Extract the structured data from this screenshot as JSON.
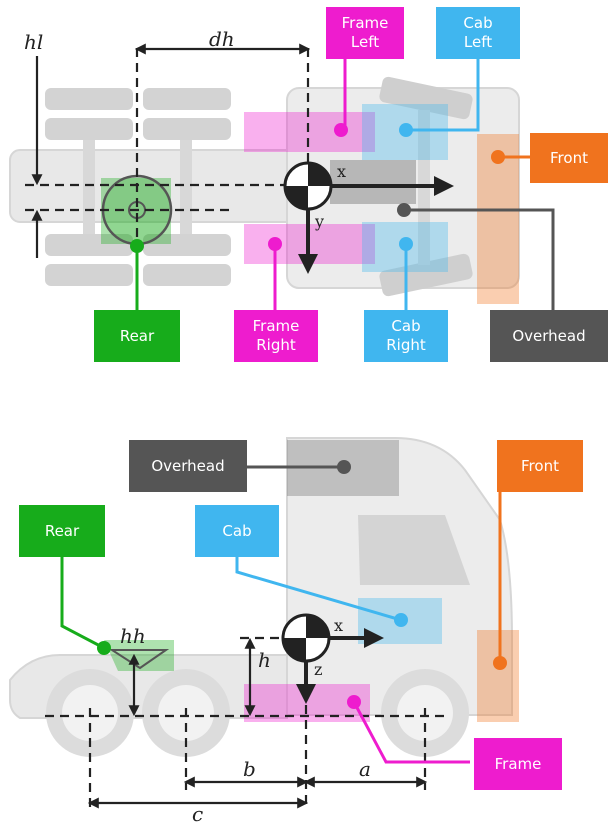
{
  "colors": {
    "frame": "#ee1cce",
    "cab": "#40b6ef",
    "front": "#f0731e",
    "rear": "#17ac1b",
    "overhead": "#555555",
    "truck": "#e8e8e8",
    "dark": "#222222"
  },
  "top_view": {
    "frame_left": "Frame Left",
    "cab_left": "Cab Left",
    "front": "Front",
    "rear": "Rear",
    "frame_right": "Frame Right",
    "cab_right": "Cab Right",
    "overhead": "Overhead",
    "var_hl": "hl",
    "var_dh": "dh",
    "axis_x": "x",
    "axis_y": "y"
  },
  "side_view": {
    "overhead": "Overhead",
    "front": "Front",
    "rear": "Rear",
    "cab": "Cab",
    "frame": "Frame",
    "var_hh": "hh",
    "var_h": "h",
    "var_b": "b",
    "var_a": "a",
    "var_c": "c",
    "axis_x": "x",
    "axis_z": "z"
  }
}
